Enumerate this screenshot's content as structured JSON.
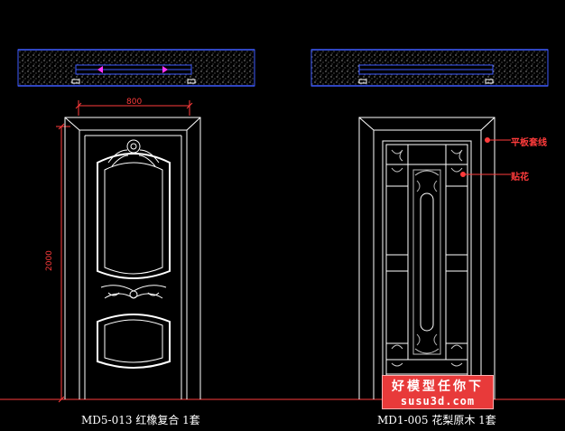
{
  "drawing": {
    "left_door": {
      "caption": "MD5-013 红橡复合 1套",
      "width_dim": "800",
      "height_dim": "2000"
    },
    "right_door": {
      "caption": "MD1-005 花梨原木 1套",
      "annotations": [
        "平板套线",
        "贴花"
      ]
    }
  },
  "watermark": {
    "line1": "好模型任你下",
    "line2": "susu3d.com"
  },
  "colors": {
    "background": "#000000",
    "lines": "#ffffff",
    "dimension": "#ff3b3b",
    "plan_blue": "#3f5cff",
    "watermark_bg": "#e83a3a"
  }
}
